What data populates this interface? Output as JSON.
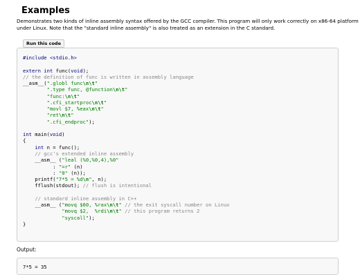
{
  "heading": "Examples",
  "description": "Demonstrates two kinds of inline assembly syntax offered by the GCC compiler. This program will only work correctly on x86-64 platform under Linux. Note that the \"standard inline assembly\" is also treated as an extension in the C standard.",
  "run_button_label": "Run this code",
  "code_lines": [
    [
      [
        "pp",
        "#include <stdio.h>"
      ]
    ],
    [],
    [
      [
        "kw",
        "extern int"
      ],
      [
        "plain",
        " func("
      ],
      [
        "kw",
        "void"
      ],
      [
        "plain",
        ");"
      ]
    ],
    [
      [
        "cm",
        "// the definition of func is written in assembly language"
      ]
    ],
    [
      [
        "plain",
        "__asm__("
      ],
      [
        "str",
        "\".globl func"
      ],
      [
        "esc",
        "\\n\\t"
      ],
      [
        "str",
        "\""
      ]
    ],
    [
      [
        "plain",
        "        "
      ],
      [
        "str",
        "\".type func, @function"
      ],
      [
        "esc",
        "\\n\\t"
      ],
      [
        "str",
        "\""
      ]
    ],
    [
      [
        "plain",
        "        "
      ],
      [
        "str",
        "\"func:"
      ],
      [
        "esc",
        "\\n\\t"
      ],
      [
        "str",
        "\""
      ]
    ],
    [
      [
        "plain",
        "        "
      ],
      [
        "str",
        "\".cfi_startproc"
      ],
      [
        "esc",
        "\\n\\t"
      ],
      [
        "str",
        "\""
      ]
    ],
    [
      [
        "plain",
        "        "
      ],
      [
        "str",
        "\"movl $7, %eax"
      ],
      [
        "esc",
        "\\n\\t"
      ],
      [
        "str",
        "\""
      ]
    ],
    [
      [
        "plain",
        "        "
      ],
      [
        "str",
        "\"ret"
      ],
      [
        "esc",
        "\\n\\t"
      ],
      [
        "str",
        "\""
      ]
    ],
    [
      [
        "plain",
        "        "
      ],
      [
        "str",
        "\".cfi_endproc\""
      ],
      [
        "plain",
        ");"
      ]
    ],
    [],
    [
      [
        "kw",
        "int"
      ],
      [
        "plain",
        " main("
      ],
      [
        "kw",
        "void"
      ],
      [
        "plain",
        ")"
      ]
    ],
    [
      [
        "plain",
        "{"
      ]
    ],
    [
      [
        "plain",
        "    "
      ],
      [
        "kw",
        "int"
      ],
      [
        "plain",
        " n = func();"
      ]
    ],
    [
      [
        "plain",
        "    "
      ],
      [
        "cm",
        "// gcc's extended inline assembly"
      ]
    ],
    [
      [
        "plain",
        "    __asm__ ("
      ],
      [
        "str",
        "\"leal (%0,%0,4),%0\""
      ]
    ],
    [
      [
        "plain",
        "          : "
      ],
      [
        "str",
        "\"=r\""
      ],
      [
        "plain",
        " (n)"
      ]
    ],
    [
      [
        "plain",
        "          : "
      ],
      [
        "str",
        "\"0\""
      ],
      [
        "plain",
        " (n));"
      ]
    ],
    [
      [
        "plain",
        "    printf("
      ],
      [
        "str",
        "\"7*5 = %d"
      ],
      [
        "esc",
        "\\n"
      ],
      [
        "str",
        "\""
      ],
      [
        "plain",
        ", n);"
      ]
    ],
    [
      [
        "plain",
        "    fflush(stdout); "
      ],
      [
        "cm",
        "// flush is intentional"
      ]
    ],
    [],
    [
      [
        "plain",
        "    "
      ],
      [
        "cm",
        "// standard inline assembly in C++"
      ]
    ],
    [
      [
        "plain",
        "    __asm__ ("
      ],
      [
        "str",
        "\"movq $60, %rax"
      ],
      [
        "esc",
        "\\n\\t"
      ],
      [
        "str",
        "\""
      ],
      [
        "plain",
        " "
      ],
      [
        "cm",
        "// the exit syscall number on Linux"
      ]
    ],
    [
      [
        "plain",
        "             "
      ],
      [
        "str",
        "\"movq $2,  %rdi"
      ],
      [
        "esc",
        "\\n\\t"
      ],
      [
        "str",
        "\""
      ],
      [
        "plain",
        " "
      ],
      [
        "cm",
        "// this program returns 2"
      ]
    ],
    [
      [
        "plain",
        "             "
      ],
      [
        "str",
        "\"syscall\""
      ],
      [
        "plain",
        ");"
      ]
    ],
    [
      [
        "plain",
        "}"
      ]
    ]
  ],
  "output_label": "Output:",
  "output_text": "7*5 = 35"
}
